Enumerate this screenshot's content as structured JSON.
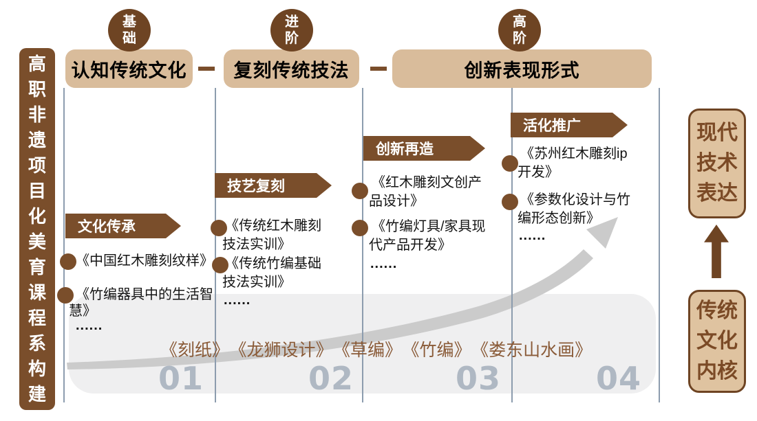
{
  "palette": {
    "brown": "#7A4E2B",
    "deep-brown": "#6E4423",
    "tan": "#D9BC9B",
    "box-fill": "#DFC3A0",
    "line-blue": "#8C9CAE",
    "panel-gray": "#EFEFF0",
    "number-gray": "#AFB8C3",
    "footer-brown": "#8A5B38",
    "ink": "#141414"
  },
  "side_bar": {
    "title": "高职非遗项目化美育课程系构建"
  },
  "stages": [
    {
      "level": "基础",
      "title": "认知传统文化"
    },
    {
      "level": "进阶",
      "title": "复刻传统技法"
    },
    {
      "level": "高阶",
      "title": "创新表现形式"
    }
  ],
  "columns": [
    {
      "banner": "文化传承",
      "items": [
        {
          "lines": [
            "《中国红木雕刻纹样》"
          ]
        },
        {
          "lines": [
            "《竹编器具中的生活智",
            "慧》"
          ]
        }
      ],
      "more": "......"
    },
    {
      "banner": "技艺复刻",
      "items": [
        {
          "lines": [
            "《传统红木雕刻",
            "技法实训》"
          ]
        },
        {
          "lines": [
            "《传统竹编基础",
            "技法实训》"
          ]
        }
      ],
      "more": "......"
    },
    {
      "banner": "创新再造",
      "items": [
        {
          "lines": [
            "《红木雕刻文创产",
            "品设计》"
          ]
        },
        {
          "lines": [
            "《竹编灯具/家具现",
            "代产品开发》"
          ]
        }
      ],
      "more": "......"
    },
    {
      "banner": "活化推广",
      "items": [
        {
          "lines": [
            "《苏州红木雕刻ip",
            "开发》"
          ]
        },
        {
          "lines": [
            "《参数化设计与竹",
            "编形态创新》"
          ]
        }
      ],
      "more": "......"
    }
  ],
  "footer": {
    "examples": [
      "《刻纸》",
      "《龙狮设计》",
      "《草编》",
      "《竹编》",
      "《娄东山水画》"
    ],
    "phase_numbers": [
      "01",
      "02",
      "03",
      "04"
    ]
  },
  "right_panel": {
    "top_box": "现代技术表达",
    "bottom_box": "传统文化内核"
  }
}
